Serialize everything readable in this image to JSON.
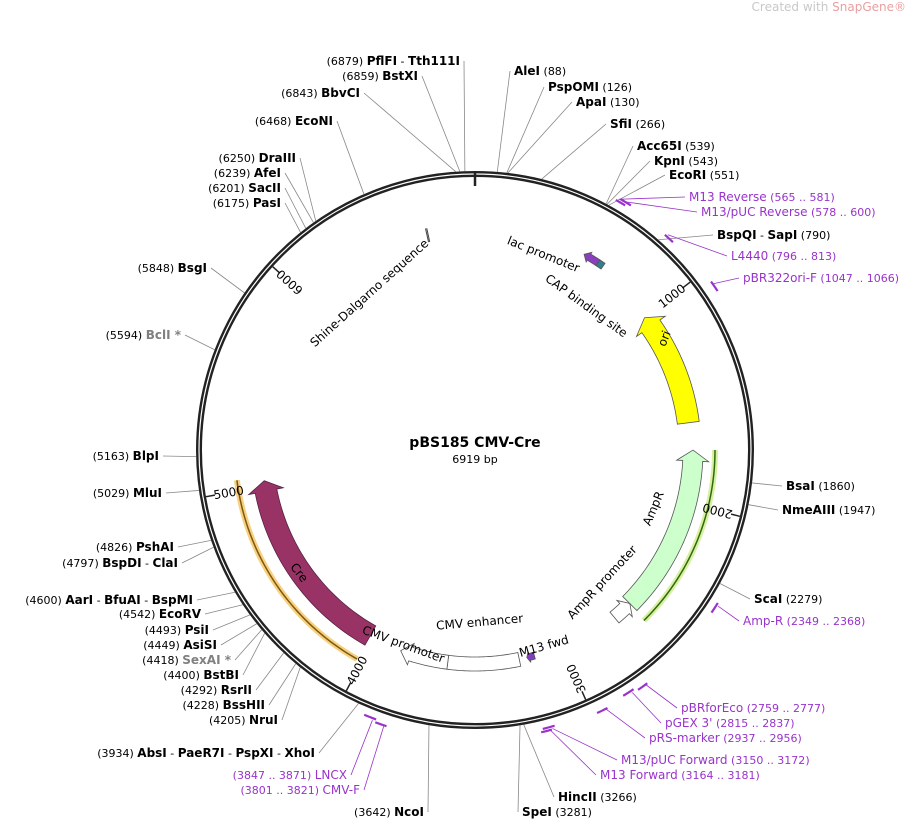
{
  "watermark": {
    "prefix": "Created with ",
    "brand": "SnapGene®"
  },
  "plasmid": {
    "name": "pBS185 CMV-Cre",
    "length_label": "6919 bp",
    "length": 6919
  },
  "ticks": [
    "1000",
    "2000",
    "3000",
    "4000",
    "5000",
    "6000"
  ],
  "enzymes": [
    {
      "pos": "6879",
      "names": [
        "PflFI",
        "Tth111I"
      ]
    },
    {
      "pos": "6859",
      "names": [
        "BstXI"
      ]
    },
    {
      "pos": "6843",
      "names": [
        "BbvCI"
      ]
    },
    {
      "pos": "6468",
      "names": [
        "EcoNI"
      ]
    },
    {
      "pos": "6250",
      "names": [
        "DraIII"
      ]
    },
    {
      "pos": "6239",
      "names": [
        "AfeI"
      ]
    },
    {
      "pos": "6201",
      "names": [
        "SacII"
      ]
    },
    {
      "pos": "6175",
      "names": [
        "PasI"
      ]
    },
    {
      "pos": "5848",
      "names": [
        "BsgI"
      ]
    },
    {
      "pos": "5594",
      "names": [
        "BclI *"
      ],
      "gray": true
    },
    {
      "pos": "5163",
      "names": [
        "BlpI"
      ]
    },
    {
      "pos": "5029",
      "names": [
        "MluI"
      ]
    },
    {
      "pos": "4826",
      "names": [
        "PshAI"
      ]
    },
    {
      "pos": "4797",
      "names": [
        "BspDI",
        "ClaI"
      ]
    },
    {
      "pos": "4600",
      "names": [
        "AarI",
        "BfuAI",
        "BspMI"
      ]
    },
    {
      "pos": "4542",
      "names": [
        "EcoRV"
      ]
    },
    {
      "pos": "4493",
      "names": [
        "PsiI"
      ]
    },
    {
      "pos": "4449",
      "names": [
        "AsiSI"
      ]
    },
    {
      "pos": "4418",
      "names": [
        "SexAI *"
      ],
      "gray": true
    },
    {
      "pos": "4400",
      "names": [
        "BstBI"
      ]
    },
    {
      "pos": "4292",
      "names": [
        "RsrII"
      ]
    },
    {
      "pos": "4228",
      "names": [
        "BssHII"
      ]
    },
    {
      "pos": "4205",
      "names": [
        "NruI"
      ]
    },
    {
      "pos": "3934",
      "names": [
        "AbsI",
        "PaeR7I",
        "PspXI",
        "XhoI"
      ]
    },
    {
      "pos": "3642",
      "names": [
        "NcoI"
      ]
    },
    {
      "pos": "3281",
      "names": [
        "SpeI"
      ]
    },
    {
      "pos": "3266",
      "names": [
        "HincII"
      ]
    },
    {
      "pos": "2279",
      "names": [
        "ScaI"
      ]
    },
    {
      "pos": "1947",
      "names": [
        "NmeAIII"
      ]
    },
    {
      "pos": "1860",
      "names": [
        "BsaI"
      ]
    },
    {
      "pos": "88",
      "names": [
        "AleI"
      ]
    },
    {
      "pos": "126",
      "names": [
        "PspOMI"
      ]
    },
    {
      "pos": "130",
      "names": [
        "ApaI"
      ]
    },
    {
      "pos": "266",
      "names": [
        "SfiI"
      ]
    },
    {
      "pos": "539",
      "names": [
        "Acc65I"
      ]
    },
    {
      "pos": "543",
      "names": [
        "KpnI"
      ]
    },
    {
      "pos": "551",
      "names": [
        "EcoRI"
      ]
    },
    {
      "pos": "790",
      "names": [
        "BspQI",
        "SapI"
      ]
    }
  ],
  "primers": [
    {
      "name": "M13 Reverse",
      "range": "565 .. 581",
      "start": 565,
      "end": 581
    },
    {
      "name": "M13/pUC Reverse",
      "range": "578 .. 600",
      "start": 578,
      "end": 600
    },
    {
      "name": "L4440",
      "range": "796 .. 813",
      "start": 796,
      "end": 813
    },
    {
      "name": "pBR322ori-F",
      "range": "1047 .. 1066",
      "start": 1047,
      "end": 1066
    },
    {
      "name": "Amp-R",
      "range": "2349 .. 2368",
      "start": 2349,
      "end": 2368
    },
    {
      "name": "pBRforEco",
      "range": "2759 .. 2777",
      "start": 2759,
      "end": 2777
    },
    {
      "name": "pGEX 3'",
      "range": "2815 .. 2837",
      "start": 2815,
      "end": 2837
    },
    {
      "name": "pRS-marker",
      "range": "2937 .. 2956",
      "start": 2937,
      "end": 2956
    },
    {
      "name": "M13/pUC Forward",
      "range": "3150 .. 3172",
      "start": 3150,
      "end": 3172
    },
    {
      "name": "M13 Forward",
      "range": "3164 .. 3181",
      "start": 3164,
      "end": 3181
    },
    {
      "name": "LNCX",
      "range": "3847 .. 3871",
      "start": 3847,
      "end": 3871
    },
    {
      "name": "CMV-F",
      "range": "3801 .. 3821",
      "start": 3801,
      "end": 3821
    }
  ],
  "features": [
    {
      "name": "ori",
      "start": 1000,
      "end": 1590,
      "dir": -1,
      "color": "#ffff00"
    },
    {
      "name": "AmpR",
      "start": 1730,
      "end": 2590,
      "dir": -1,
      "color": "#ccffcc"
    },
    {
      "name": "AmpR promoter",
      "start": 2590,
      "end": 2695,
      "dir": -1,
      "color": "#ffffff"
    },
    {
      "name": "Cre",
      "start": 4025,
      "end": 5030,
      "dir": 1,
      "color": "#993366"
    },
    {
      "name": "CMV enhancer",
      "start": 3230,
      "end": 3600,
      "dir": 0,
      "color": "#ffffff"
    },
    {
      "name": "CMV promoter",
      "start": 3600,
      "end": 3850,
      "dir": 1,
      "color": "#ffffff"
    },
    {
      "name": "M13 fwd",
      "start": 3150,
      "end": 3190,
      "dir": 1,
      "color": "#7f3fbf"
    },
    {
      "name": "lac promoter",
      "start": 560,
      "end": 640,
      "dir": -1,
      "color": "#8a3fbf"
    },
    {
      "name": "CAP binding site",
      "start": 640,
      "end": 670,
      "dir": 0,
      "color": "#2f7f8f"
    },
    {
      "name": "Shine-Dalgarno sequence",
      "start": 6680,
      "end": 6690,
      "dir": 0,
      "color": "#ffffff"
    }
  ]
}
